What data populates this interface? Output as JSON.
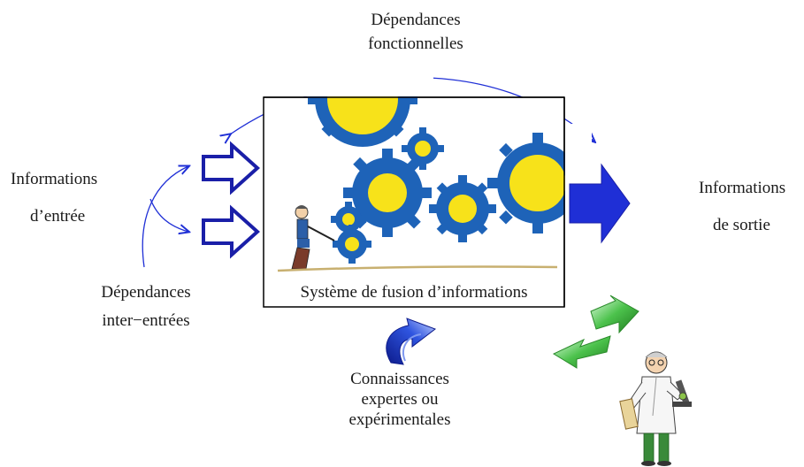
{
  "labels": {
    "functional_dependencies": [
      "Dépendances",
      "fonctionnelles"
    ],
    "input_info": [
      "Informations",
      "d’entrée"
    ],
    "output_info": [
      "Informations",
      "de sortie"
    ],
    "inter_input_dependencies": [
      "Dépendances",
      "inter−entrées"
    ],
    "system_caption": "Système de fusion d’informations",
    "expert_knowledge": [
      "Connaissances",
      "expertes ou",
      "expérimentales"
    ]
  },
  "colors": {
    "accent_blue": "#1f2fd6",
    "outline_blue": "#1a1fa8",
    "gear_blue": "#1e63b8",
    "gear_yellow": "#f7e21a",
    "feedback_green": "#3aa63a",
    "frame_black": "#000000"
  },
  "icons": {
    "gears": "gears-illustration",
    "operator": "operator-figure",
    "scientist": "scientist-figure"
  }
}
